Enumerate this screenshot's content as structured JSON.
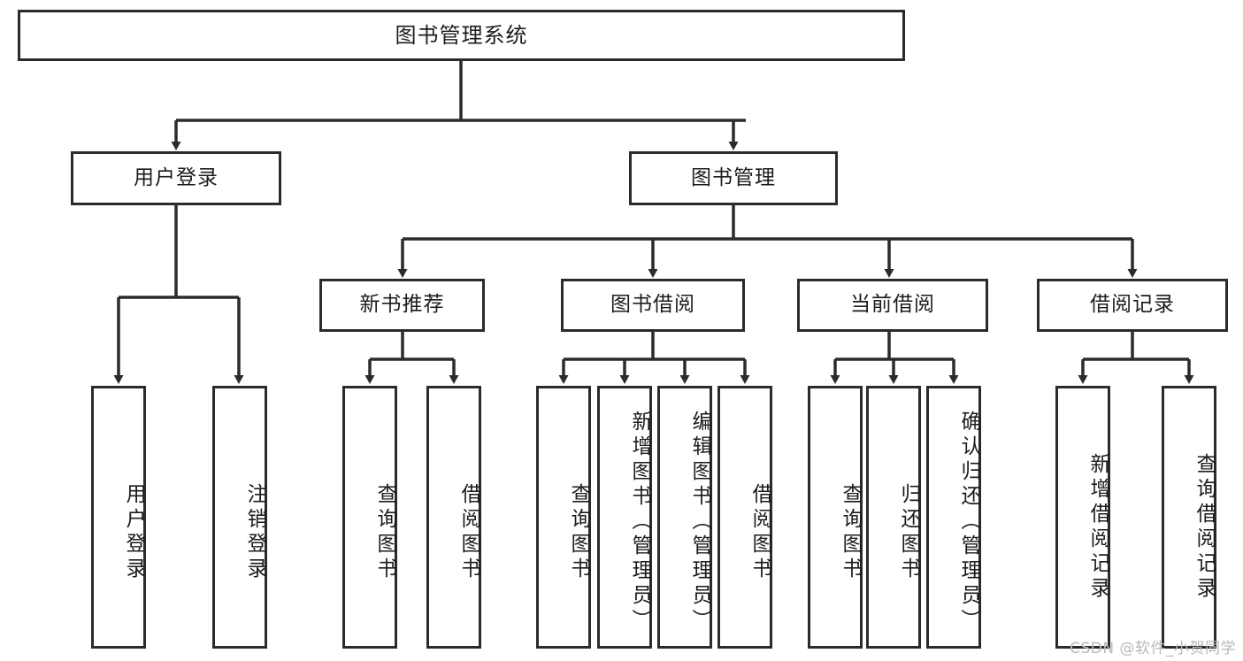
{
  "diagram": {
    "title": "图书管理系统",
    "type": "tree-hierarchy-chart",
    "watermark": "CSDN @软件_小贺同学",
    "colors": {
      "stroke": "#2b2b2b",
      "fill": "#ffffff",
      "text": "#1c1c1c",
      "watermark": "#b9b9b9"
    }
  },
  "nodes": {
    "root": {
      "label": "图书管理系统"
    },
    "level2": [
      {
        "id": "user-login",
        "label": "用户登录"
      },
      {
        "id": "book-manage",
        "label": "图书管理"
      }
    ],
    "level3": [
      {
        "id": "new-book-rec",
        "label": "新书推荐"
      },
      {
        "id": "book-borrow",
        "label": "图书借阅"
      },
      {
        "id": "current-borrow",
        "label": "当前借阅"
      },
      {
        "id": "borrow-record",
        "label": "借阅记录"
      }
    ],
    "leaves": {
      "user-login": [
        {
          "id": "leaf-user-login",
          "label": "用户登录"
        },
        {
          "id": "leaf-logout",
          "label": "注销登录"
        }
      ],
      "new-book-rec": [
        {
          "id": "leaf-query-book-1",
          "label": "查询图书"
        },
        {
          "id": "leaf-borrow-book-1",
          "label": "借阅图书"
        }
      ],
      "book-borrow": [
        {
          "id": "leaf-query-book-2",
          "label": "查询图书"
        },
        {
          "id": "leaf-add-book",
          "label": "新增图书（管理员）"
        },
        {
          "id": "leaf-edit-book",
          "label": "编辑图书（管理员）"
        },
        {
          "id": "leaf-borrow-book-2",
          "label": "借阅图书"
        }
      ],
      "current-borrow": [
        {
          "id": "leaf-query-book-3",
          "label": "查询图书"
        },
        {
          "id": "leaf-return-book",
          "label": "归还图书"
        },
        {
          "id": "leaf-confirm-return",
          "label": "确认归还（管理员）"
        }
      ],
      "borrow-record": [
        {
          "id": "leaf-add-record",
          "label": "新增借阅记录"
        },
        {
          "id": "leaf-query-record",
          "label": "查询借阅记录"
        }
      ]
    }
  }
}
